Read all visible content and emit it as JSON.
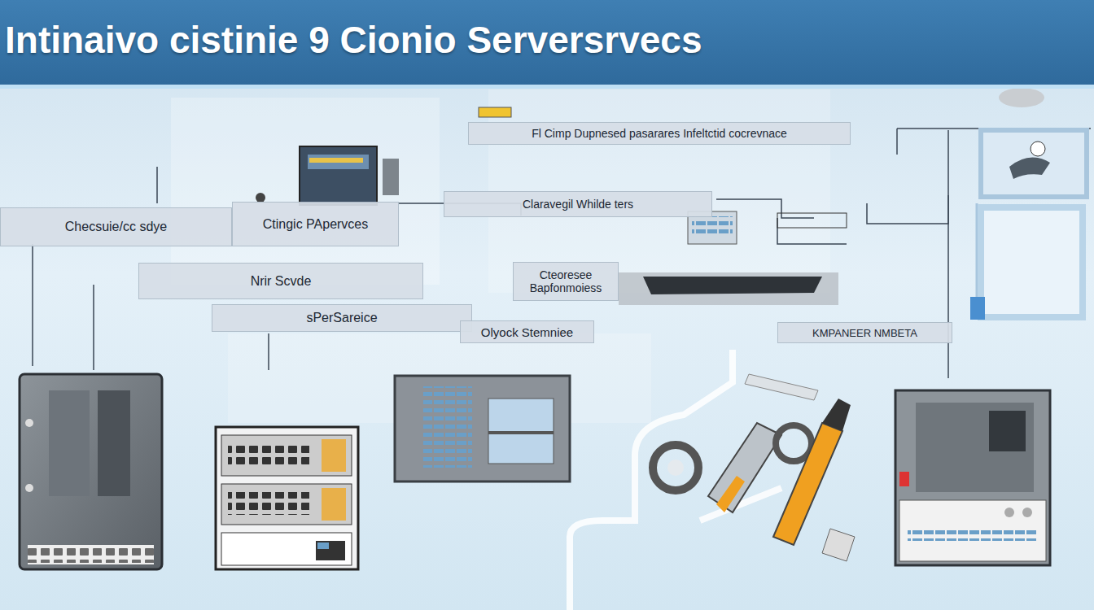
{
  "diagram": {
    "title": "Intinaivo cistinie 9 Cionio Serversrvecs",
    "nodes": [
      {
        "text": [
          "Fl Cimp Dupnesed pasarares Infeltctid cocrevnace"
        ]
      },
      {
        "text": [
          "Checsuie/cc sdye"
        ]
      },
      {
        "text": [
          "Ctingic PApervces"
        ]
      },
      {
        "text": [
          "Claravegil Whilde ters"
        ]
      },
      {
        "text": [
          "Nrir Scvde"
        ]
      },
      {
        "text": [
          "Cteoresee Bapfonmoiess"
        ]
      },
      {
        "text": [
          "sPerSareice"
        ]
      },
      {
        "text": [
          "Olyock Stemniee"
        ]
      },
      {
        "text": [
          "KMPANEER NMBETA"
        ]
      }
    ]
  }
}
